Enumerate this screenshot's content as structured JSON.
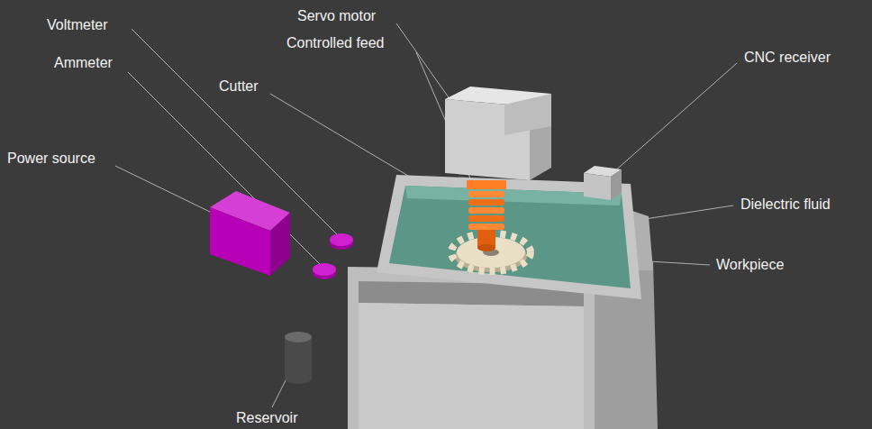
{
  "diagram": {
    "labels": [
      "Voltmeter",
      "Servo motor",
      "Ammeter",
      "Controlled feed",
      "Cutter",
      "CNC receiver",
      "Power source",
      "Dielectric fluid",
      "Workpiece",
      "Reservoir"
    ]
  }
}
